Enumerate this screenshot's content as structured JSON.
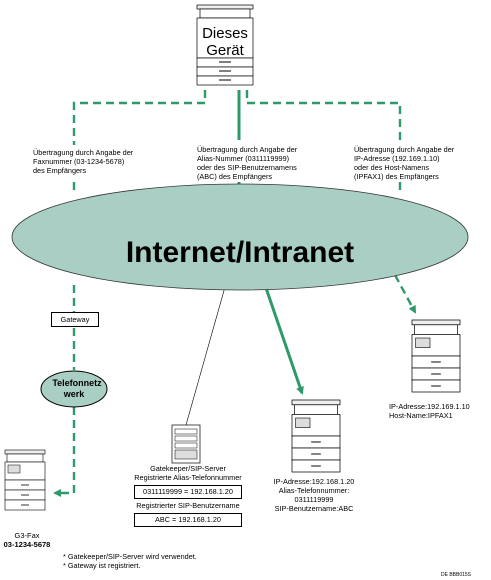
{
  "device": {
    "label": [
      "Dieses",
      "Gerät"
    ]
  },
  "transmission": {
    "fax": [
      "Übertragung durch Angabe der",
      "Faxnummer (03-1234-5678)",
      "des Empfängers"
    ],
    "alias": [
      "Übertragung durch Angabe der",
      "Alias-Nummer (0311119999)",
      "oder des SIP-Benutzernamens",
      "(ABC) des Empfängers"
    ],
    "ip": [
      "Übertragung durch Angabe der",
      "IP-Adresse (192.169.1.10)",
      "oder des Host-Namens",
      "(IPFAX1) des Empfängers"
    ]
  },
  "cloud": {
    "label": "Internet/Intranet"
  },
  "gateway": {
    "label": "Gateway"
  },
  "phone_network": {
    "label": [
      "Telefonnetz",
      "werk"
    ]
  },
  "gatekeeper": {
    "title": [
      "Gatekeeper/SIP-Server",
      "Registrierte Alias-Telefonnummer"
    ],
    "alias_entry": "0311119999 = 192.168.1.20",
    "sip_title": "Registrierter SIP-Benutzername",
    "sip_entry": "ABC = 192.168.1.20"
  },
  "g3fax": {
    "label": [
      "G3-Fax",
      "03-1234-5678"
    ]
  },
  "machine_middle": {
    "label": [
      "IP-Adresse:192.168.1.20",
      "Alias-Telefonnummer:",
      "0311119999",
      "SIP-Benutzername:ABC"
    ]
  },
  "machine_right": {
    "label": [
      "IP-Adresse:192.169.1.10",
      "Host-Name:IPFAX1"
    ]
  },
  "footnotes": [
    "* Gatekeeper/SIP-Server wird verwendet.",
    "* Gateway ist registriert."
  ],
  "figure_code": "DE BBB015S",
  "colors": {
    "green": "#2e9a6a",
    "cloud": "#a9cfc5"
  }
}
